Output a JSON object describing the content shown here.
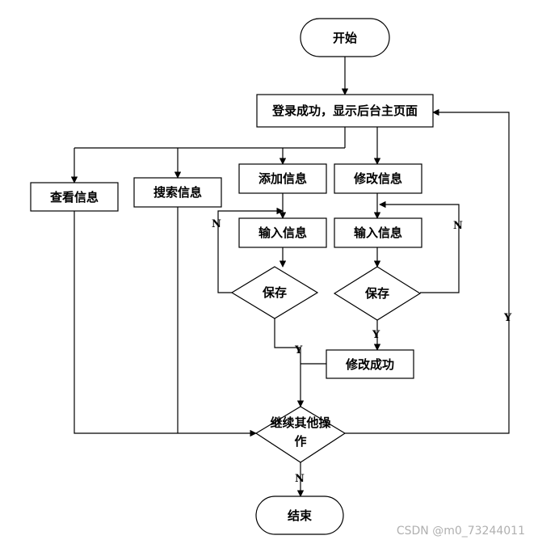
{
  "nodes": {
    "start": "开始",
    "login": "登录成功，显示后台主页面",
    "view": "查看信息",
    "search": "搜索信息",
    "add": "添加信息",
    "edit": "修改信息",
    "input_add": "输入信息",
    "input_edit": "输入信息",
    "save_add": "保存",
    "save_edit": "保存",
    "edit_success": "修改成功",
    "continue_line1": "继续其他操",
    "continue_line2": "作",
    "end": "结束"
  },
  "labels": {
    "n_add": "N",
    "n_edit": "N",
    "y_add": "Y",
    "y_edit": "Y",
    "y_loop": "Y",
    "n_end": "N"
  },
  "watermark": "CSDN @m0_73244011"
}
